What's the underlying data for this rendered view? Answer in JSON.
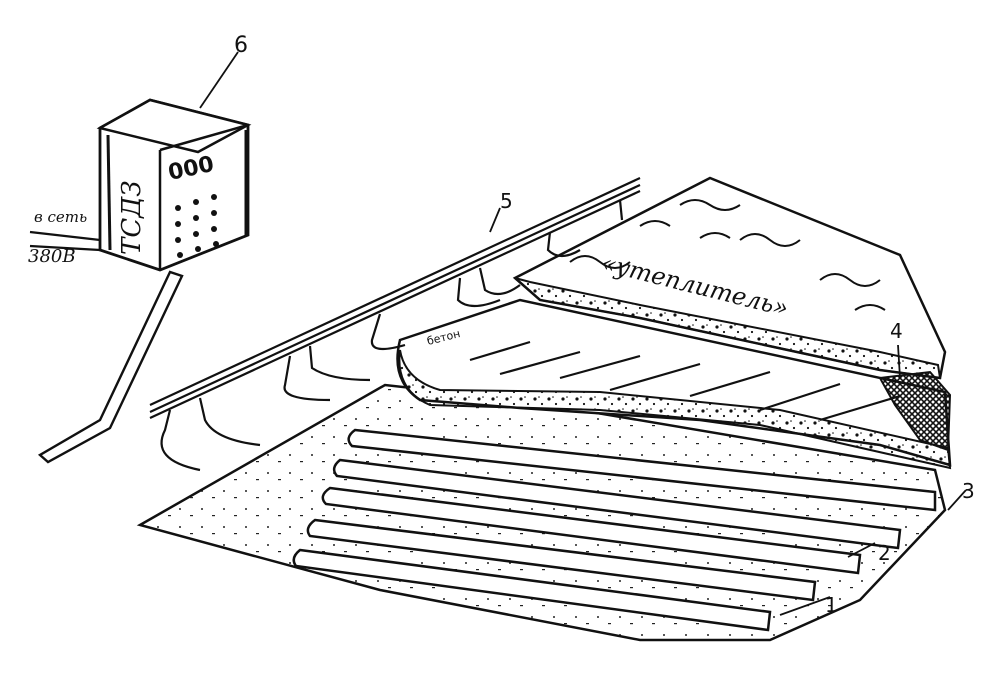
{
  "labels": {
    "n1": "1",
    "n2": "2",
    "n3": "3",
    "n4": "4",
    "n5": "5",
    "n6": "6"
  },
  "device": {
    "name": "ТСДЗ",
    "display": "000"
  },
  "power": {
    "to_mains": "в сеть",
    "voltage": "380В"
  },
  "layers": {
    "insulation": "«утеплитель»",
    "concrete": "бетон"
  }
}
